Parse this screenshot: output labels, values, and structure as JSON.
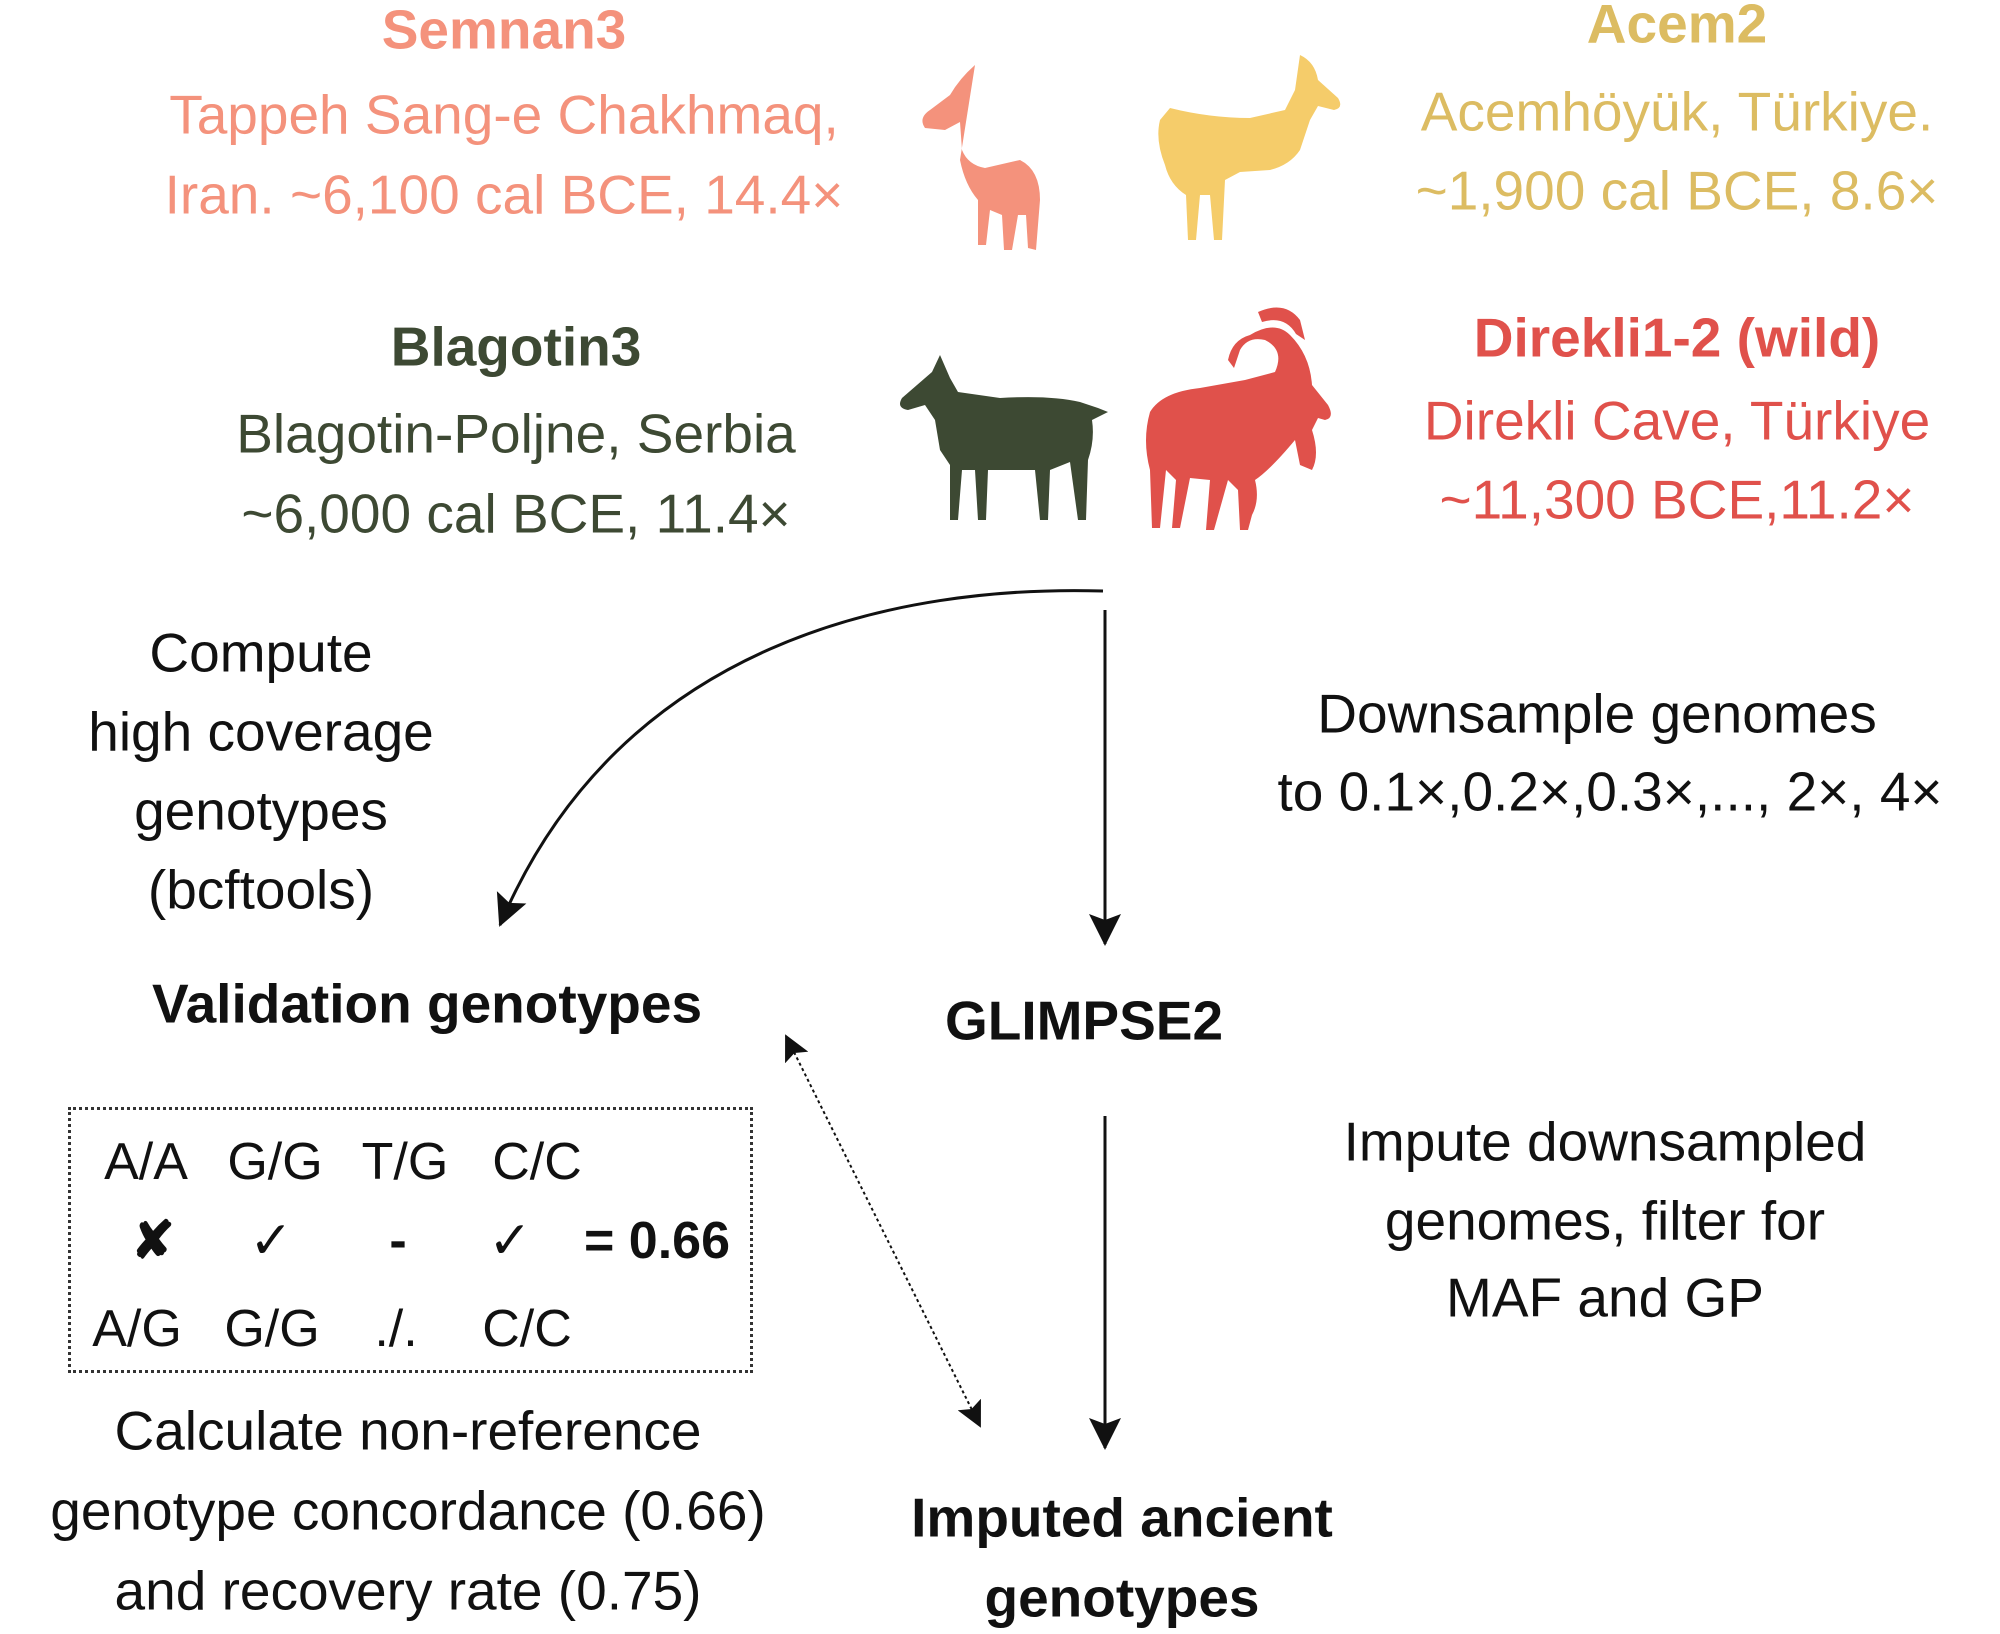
{
  "samples": {
    "semnan": {
      "name": "Semnan3",
      "line1": "Tappeh Sang-e Chakhmaq,",
      "line2": "Iran. ~6,100 cal BCE, 14.4×",
      "color": "#f4927c"
    },
    "acem": {
      "name": "Acem2",
      "line1": "Acemhöyük, Türkiye.",
      "line2": "~1,900 cal BCE, 8.6×",
      "color": "#dcbc62"
    },
    "blagotin": {
      "name": "Blagotin3",
      "line1": "Blagotin-Poljne, Serbia",
      "line2": "~6,000 cal BCE, 11.4×",
      "color": "#3d4933"
    },
    "direkli": {
      "name": "Direkli1-2 (wild)",
      "line1": "Direkli Cave, Türkiye",
      "line2": "~11,300 BCE,11.2×",
      "color": "#e0514b"
    }
  },
  "steps": {
    "compute": [
      "Compute",
      "high coverage",
      "genotypes",
      "(bcftools)"
    ],
    "downsample": [
      "Downsample genomes",
      "to 0.1×,0.2×,0.3×,..., 2×, 4×"
    ],
    "impute": [
      "Impute downsampled",
      "genomes, filter for",
      "MAF and GP"
    ],
    "calculate": [
      "Calculate non-reference",
      "genotype concordance (0.66)",
      "and recovery rate (0.75)"
    ]
  },
  "nodes": {
    "validation": "Validation genotypes",
    "glimpse": "GLIMPSE2",
    "imputed": [
      "Imputed ancient",
      "genotypes"
    ]
  },
  "example": {
    "truth": [
      "A/A",
      "G/G",
      "T/G",
      "C/C"
    ],
    "marks": [
      "✘",
      "✓",
      "-",
      "✓"
    ],
    "result": "= 0.66",
    "imputed": [
      "A/G",
      "G/G",
      "./.",
      "C/C"
    ]
  }
}
